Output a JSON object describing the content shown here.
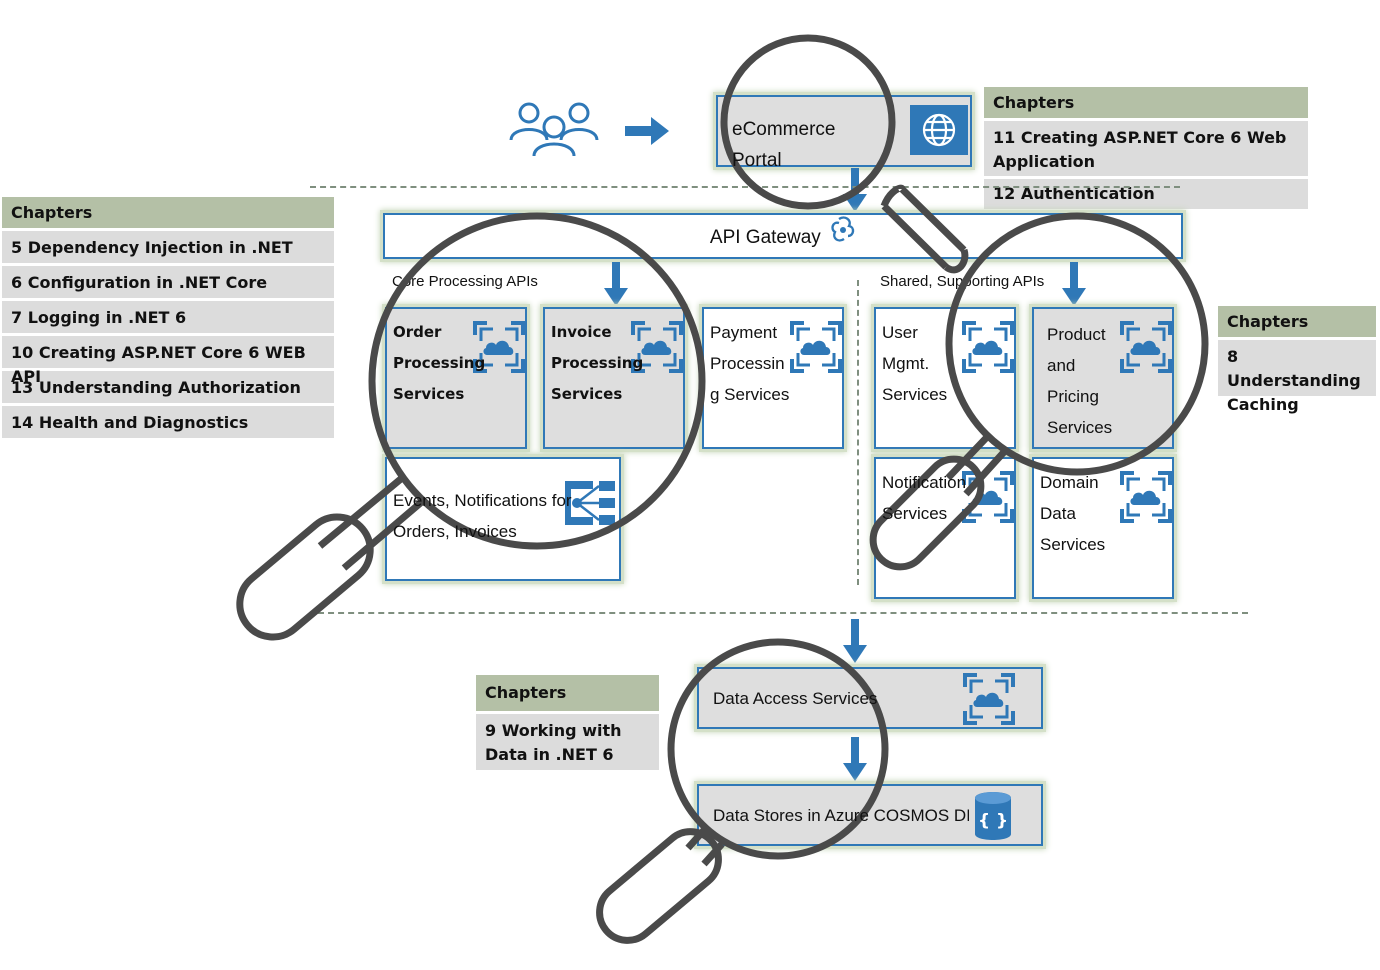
{
  "top": {
    "ecommerce_label": "eCommerce Portal",
    "icons": [
      "users-icon",
      "arrow-right-icon",
      "globe-icon"
    ]
  },
  "chapters_top_right": {
    "header": "Chapters",
    "items": [
      "11 Creating ASP.NET Core 6 Web Application",
      "12 Authentication"
    ]
  },
  "chapters_left": {
    "header": "Chapters",
    "items": [
      "5 Dependency Injection in .NET",
      "6 Configuration in .NET Core",
      "7 Logging in .NET 6",
      "10 Creating ASP.NET Core 6 WEB API",
      "13 Understanding Authorization",
      "14 Health and Diagnostics"
    ]
  },
  "chapters_right": {
    "header": "Chapters",
    "items": [
      "8 Understanding Caching"
    ]
  },
  "chapters_bottom": {
    "header": "Chapters",
    "items": [
      "9 Working with Data in .NET 6"
    ]
  },
  "gateway": {
    "label": "API Gateway"
  },
  "sections": {
    "core": "Core Processing APIs",
    "shared": "Shared, Supporting APIs"
  },
  "core_services": {
    "order": "Order Processing Services",
    "invoice": "Invoice Processing Services",
    "payment": "Payment Processin g Services",
    "events": "Events, Notifications for Orders, Invoices"
  },
  "shared_services": {
    "user": "User Mgmt. Services",
    "product": "Product and Pricing Services",
    "notification": "Notification Services",
    "domain": "Domain Data Services"
  },
  "data": {
    "access": "Data Access Services",
    "stores": "Data Stores in Azure COSMOS DB"
  },
  "colors": {
    "azure_blue": "#2f78b7",
    "chapter_header": "#b4c0a6",
    "chapter_row": "#dcdcdc",
    "box_grey": "#dedede",
    "magnifier": "#4a4a4a"
  }
}
